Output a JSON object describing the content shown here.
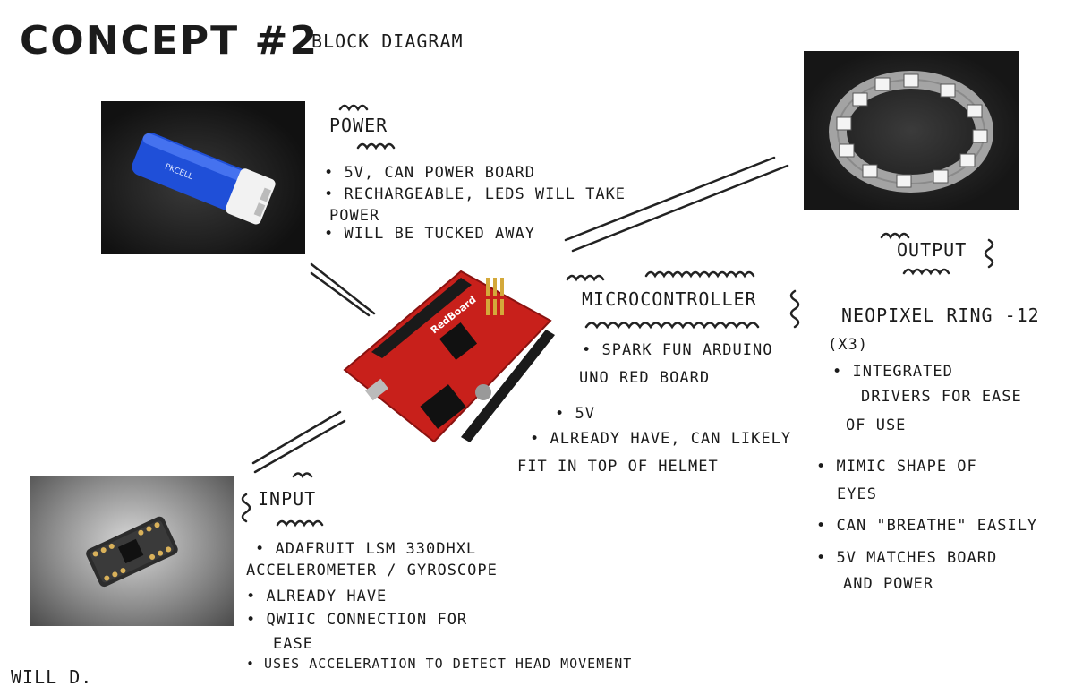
{
  "title": "Concept #2",
  "subtitle": "Block Diagram",
  "power": {
    "heading": "Power",
    "items": [
      "• 5V, can power board",
      "• Rechargeable, LEDs will take",
      "power",
      "• Will be tucked away"
    ]
  },
  "output": {
    "heading": "Output",
    "items": [
      "Neopixel Ring -12",
      "(x3)",
      "• Integrated",
      "drivers for ease",
      "of use",
      "• Mimic shape of",
      "eyes",
      "• Can \"breathe\" easily",
      "• 5V matches board",
      "and power"
    ]
  },
  "microcontroller": {
    "heading": "Microcontroller",
    "items": [
      "• Spark Fun Arduino",
      "Uno Red Board",
      "• 5V",
      "• Already have, can likely",
      "fit in top of helmet"
    ]
  },
  "input": {
    "heading": "Input",
    "items": [
      "• Adafruit LSM 330DHXL",
      "Accelerometer / Gyroscope",
      "• Already have",
      "• Qwiic connection for",
      "ease",
      "• Uses acceleration to detect head movement"
    ]
  },
  "signature": "Will D.",
  "photos": {
    "powerbank_label": "PKCELL",
    "board_label": "RedBoard"
  },
  "colors": {
    "board": "#c8201b",
    "powerbank": "#1f4fd8",
    "photo_bg": "#1e1e1e"
  }
}
